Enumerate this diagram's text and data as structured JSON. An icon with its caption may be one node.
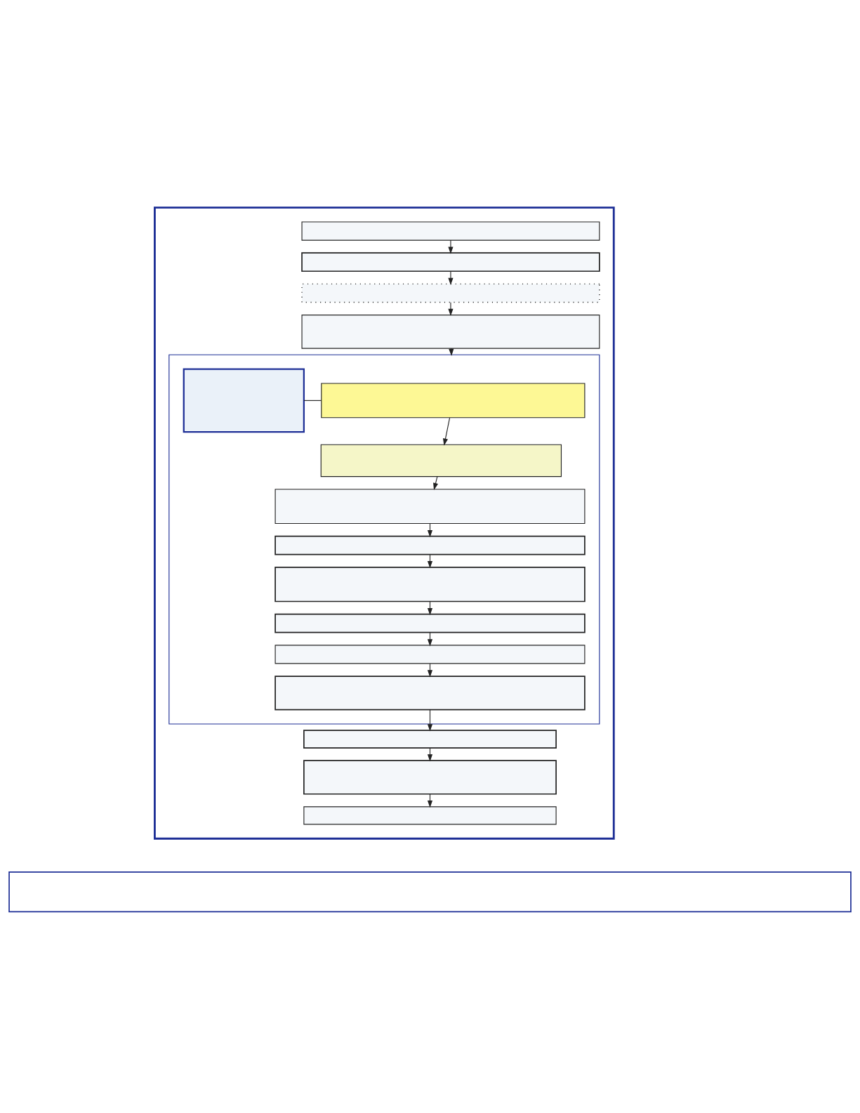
{
  "diagram": {
    "nodes": [
      {
        "text": [],
        "shape": "box"
      },
      {
        "text": [],
        "shape": "box",
        "in": 0
      },
      {
        "text": [],
        "shape": "box",
        "in": 0
      },
      {
        "text": [],
        "shape": "box",
        "in": 0
      },
      {
        "text": [],
        "shape": "box",
        "in": 0
      },
      {
        "text": [],
        "shape": "box",
        "in": 0
      },
      {
        "text": [],
        "shape": "box",
        "in": 5
      },
      {
        "text": [],
        "shape": "box",
        "in": 5
      },
      {
        "text": [],
        "shape": "box",
        "in": 5
      },
      {
        "text": [],
        "shape": "box",
        "in": 5
      },
      {
        "text": [],
        "shape": "box",
        "in": 5
      },
      {
        "text": [],
        "shape": "box",
        "in": 5
      },
      {
        "text": [],
        "shape": "box",
        "in": 5
      },
      {
        "text": [],
        "shape": "box",
        "in": 5
      },
      {
        "text": [],
        "shape": "box",
        "in": 5
      },
      {
        "text": [],
        "shape": "box",
        "in": 0
      },
      {
        "text": [],
        "shape": "box",
        "in": 0
      },
      {
        "text": [],
        "shape": "box",
        "in": 0
      },
      {
        "text": [],
        "shape": "box"
      }
    ],
    "edges": [
      {
        "from": 1,
        "to": 2,
        "arrow": "to"
      },
      {
        "from": 2,
        "to": 3,
        "arrow": "to"
      },
      {
        "from": 3,
        "to": 4,
        "arrow": "to"
      },
      {
        "from": 4,
        "to": 5,
        "arrow": "to"
      },
      {
        "from": 6,
        "to": 7,
        "arrow": "none"
      },
      {
        "from": 6,
        "to": 8,
        "arrow": "to"
      },
      {
        "from": 8,
        "to": 9,
        "arrow": "to"
      },
      {
        "from": 9,
        "to": 10,
        "arrow": "to"
      },
      {
        "from": 10,
        "to": 11,
        "arrow": "to"
      },
      {
        "from": 11,
        "to": 12,
        "arrow": "to"
      },
      {
        "from": 12,
        "to": 13,
        "arrow": "to"
      },
      {
        "from": 13,
        "to": 14,
        "arrow": "to"
      },
      {
        "from": 14,
        "to": 15,
        "arrow": "to"
      },
      {
        "from": 15,
        "to": 16,
        "arrow": "to"
      },
      {
        "from": 16,
        "to": 17,
        "arrow": "to"
      }
    ]
  }
}
